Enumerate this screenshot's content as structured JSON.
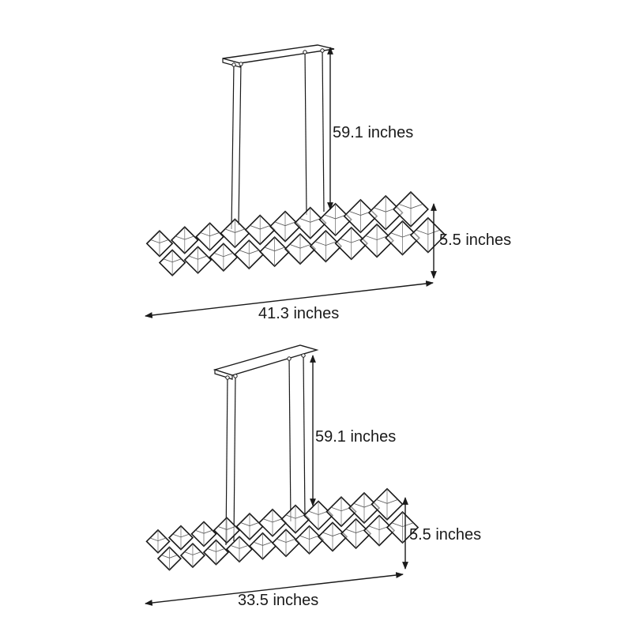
{
  "fixtures": [
    {
      "drop_label": "59.1 inches",
      "height_label": "5.5 inches",
      "length_label": "41.3 inches"
    },
    {
      "drop_label": "59.1 inches",
      "height_label": "5.5 inches",
      "length_label": "33.5 inches"
    }
  ],
  "colors": {
    "line": "#1a1a1a",
    "background": "#ffffff"
  }
}
